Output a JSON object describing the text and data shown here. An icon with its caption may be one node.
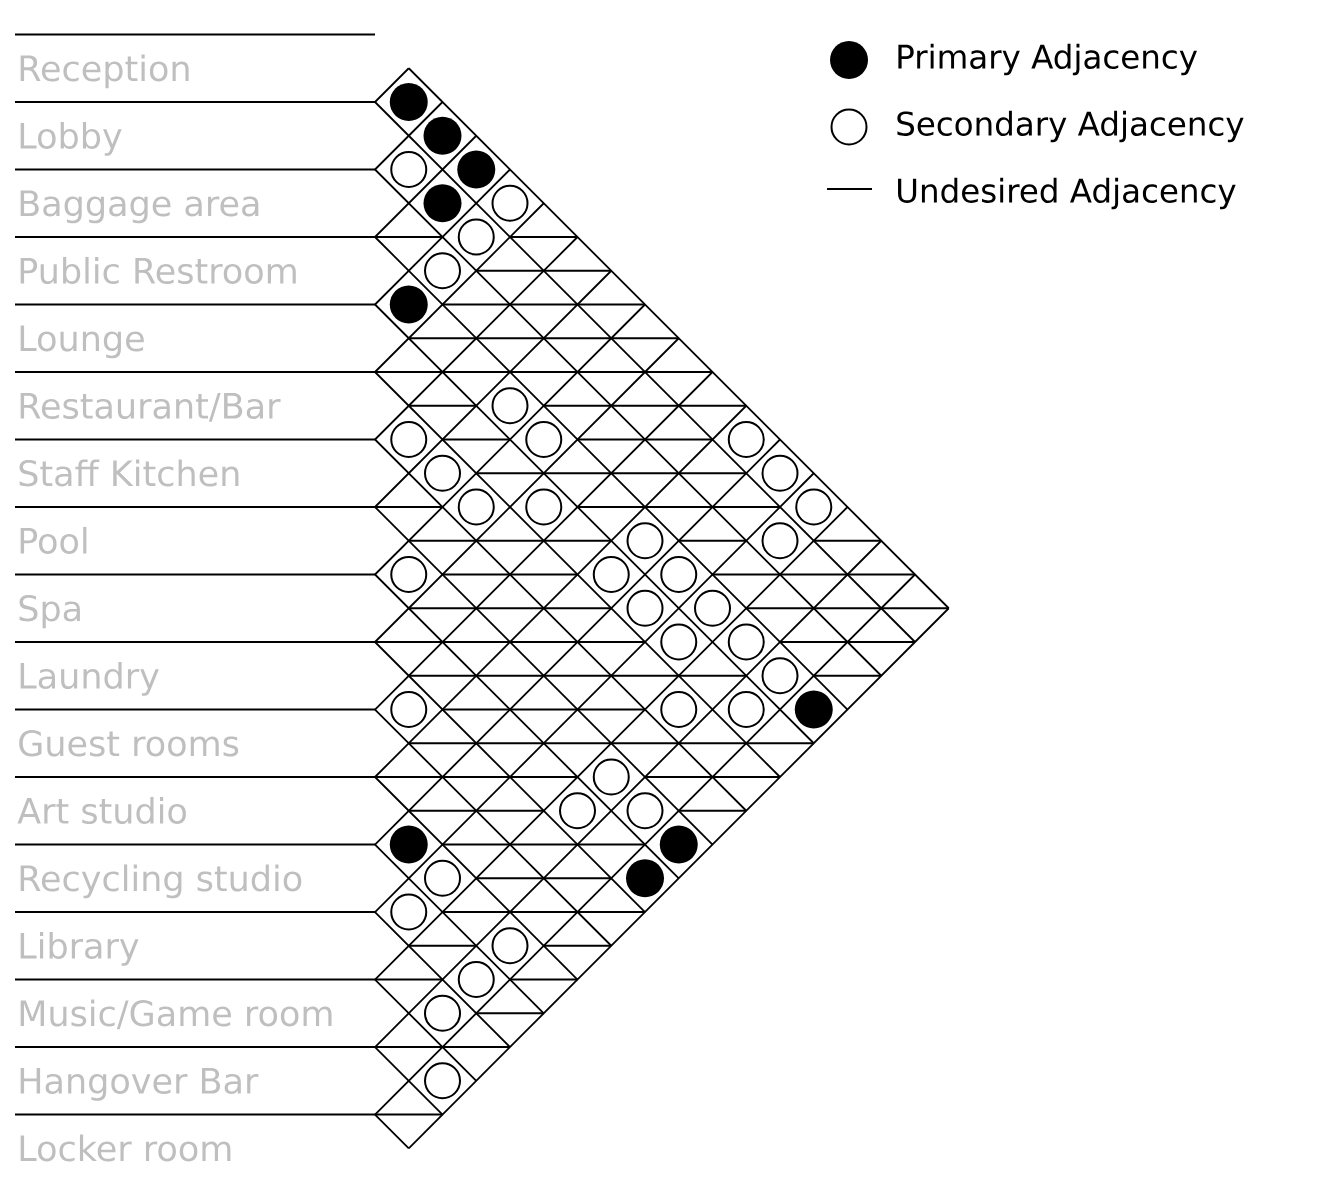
{
  "diagram": {
    "labels": [
      "Reception",
      "Lobby",
      "Baggage area",
      "Public Restroom",
      "Lounge",
      "Restaurant/Bar",
      "Staff Kitchen",
      "Pool",
      "Spa",
      "Laundry",
      "Guest rooms",
      "Art studio",
      "Recycling studio",
      "Library",
      "Music/Game room",
      "Hangover Bar",
      "Locker room"
    ],
    "legend": [
      {
        "text": "Primary Adjacency"
      },
      {
        "text": "Secondary Adjacency"
      },
      {
        "text": "Undesired Adjacency"
      }
    ]
  }
}
